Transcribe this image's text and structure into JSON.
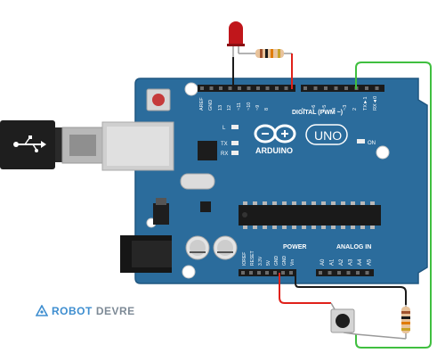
{
  "board": {
    "digital_label": "DIGITAL (PWM ~)",
    "brand": "ARDUINO",
    "model": "UNO",
    "power_label": "POWER",
    "analog_label": "ANALOG IN",
    "led_l": "L",
    "led_tx": "TX",
    "led_rx": "RX",
    "led_on": "ON",
    "aref": "AREF",
    "gnd": "GND",
    "digital_pins": [
      "13",
      "12",
      "~11",
      "~10",
      "~9",
      "8",
      "7",
      "~6",
      "~5",
      "4",
      "~3",
      "2",
      "TX►1",
      "RX◄0"
    ],
    "power_pins": [
      "IOREF",
      "RESET",
      "3.3V",
      "5V",
      "GND",
      "GND",
      "Vin"
    ],
    "analog_pins": [
      "A0",
      "A1",
      "A2",
      "A3",
      "A4",
      "A5"
    ]
  },
  "watermark": {
    "part1": "ROBOT",
    "part2": "DEVRE"
  },
  "colors": {
    "board": "#2b6c9c",
    "board_edge": "#1f5680",
    "wire_red": "#e0211a",
    "wire_black": "#1a1a1a",
    "wire_green": "#3fbf3f",
    "led": "#c0161b",
    "watermark_blue": "#3e8ed0",
    "watermark_gray": "#7d8a96"
  },
  "components": {
    "led": "red LED",
    "resistors": 2,
    "button": "push button",
    "usb": "USB cable"
  }
}
